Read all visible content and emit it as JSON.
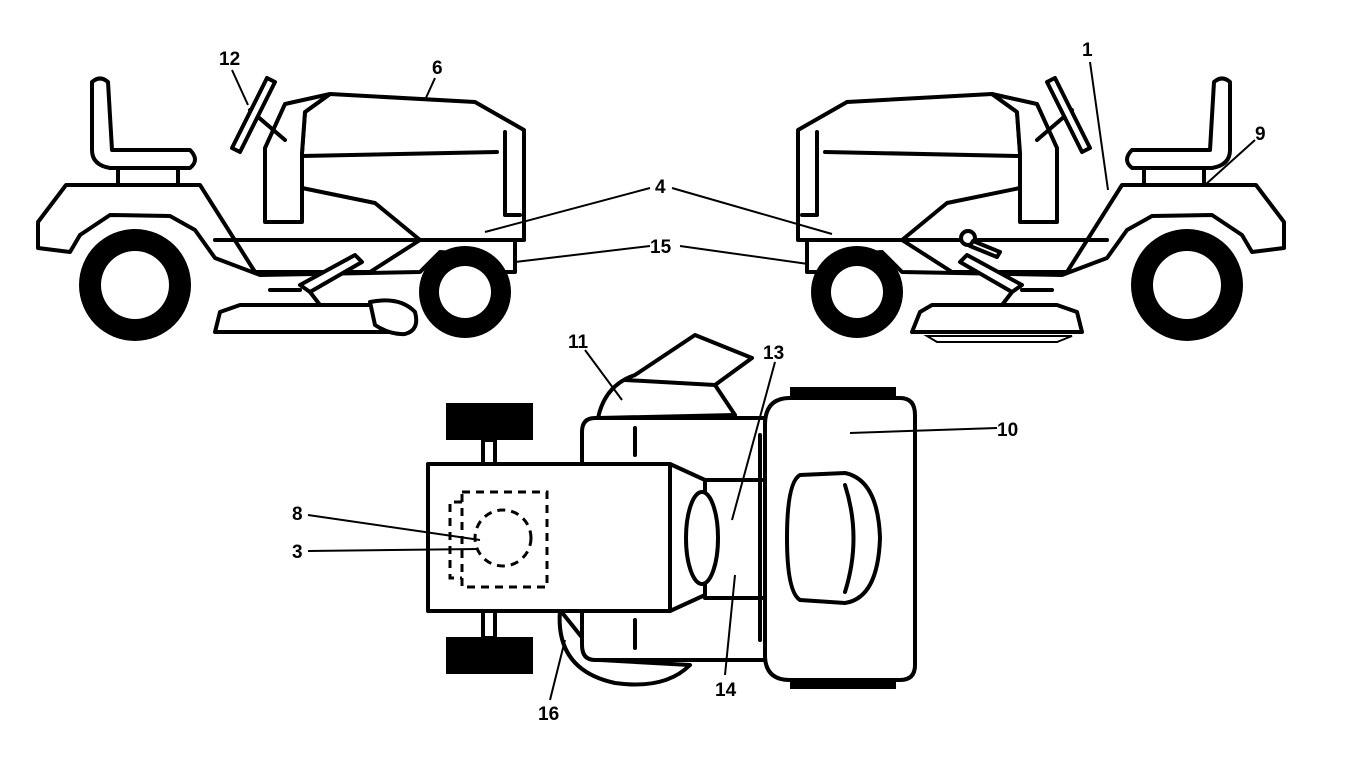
{
  "callouts": {
    "c1": "1",
    "c3": "3",
    "c4": "4",
    "c6": "6",
    "c8": "8",
    "c9": "9",
    "c10": "10",
    "c11": "11",
    "c12": "12",
    "c13": "13",
    "c14": "14",
    "c15": "15",
    "c16": "16"
  }
}
